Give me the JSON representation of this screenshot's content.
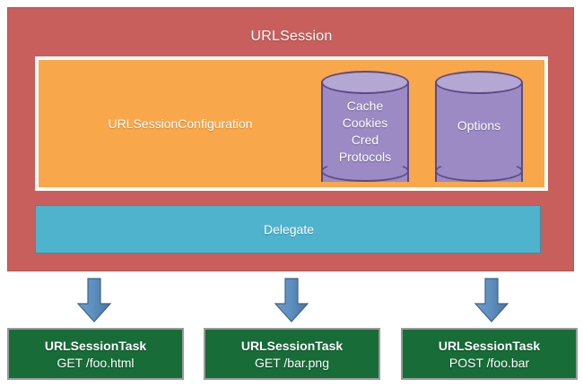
{
  "diagram": {
    "title": "URLSession",
    "session": {
      "label": "URLSession",
      "color": "#c85f5c"
    },
    "configuration": {
      "label": "URLSessionConfiguration",
      "color": "#f9a74b",
      "border_color": "#ffffff"
    },
    "cylinders": [
      {
        "name": "cache-cookies-cred-protocols",
        "lines": [
          "Cache",
          "Cookies",
          "Cred",
          "Protocols"
        ],
        "text": "Cache\nCookies\nCred\nProtocols",
        "body_color": "#9b8ac4",
        "top_color": "#b4a7d4",
        "stroke_color": "#5b4a86"
      },
      {
        "name": "options",
        "lines": [
          "Options"
        ],
        "text": "Options",
        "body_color": "#9b8ac4",
        "top_color": "#b4a7d4",
        "stroke_color": "#5b4a86"
      }
    ],
    "delegate": {
      "label": "Delegate",
      "color": "#4fb3ce"
    },
    "arrows": [
      {
        "name": "arrow-to-task-1",
        "direction": "down",
        "color": "#5b8fc0"
      },
      {
        "name": "arrow-to-task-2",
        "direction": "down",
        "color": "#5b8fc0"
      },
      {
        "name": "arrow-to-task-3",
        "direction": "down",
        "color": "#5b8fc0"
      }
    ],
    "tasks": [
      {
        "title": "URLSessionTask",
        "request": "GET /foo.html",
        "color": "#176c38",
        "border_color": "#9a9a9a"
      },
      {
        "title": "URLSessionTask",
        "request": "GET /bar.png",
        "color": "#176c38",
        "border_color": "#9a9a9a"
      },
      {
        "title": "URLSessionTask",
        "request": "POST /foo.bar",
        "color": "#176c38",
        "border_color": "#9a9a9a"
      }
    ]
  }
}
